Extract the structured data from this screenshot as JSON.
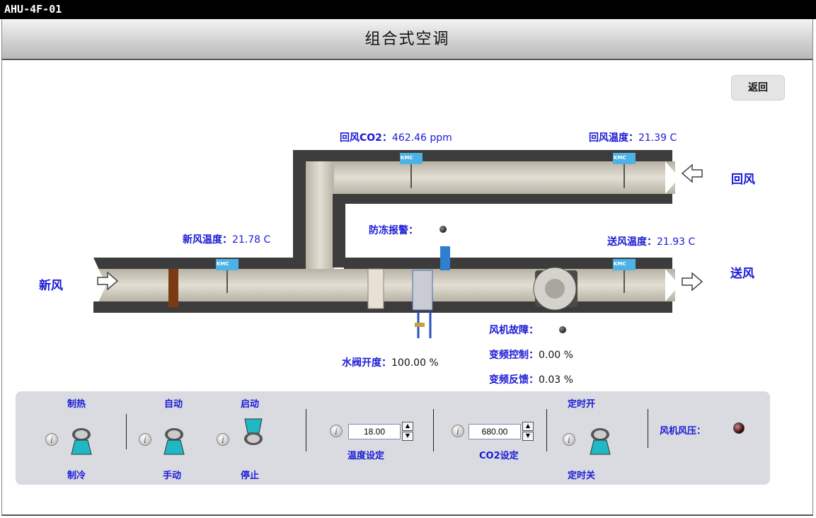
{
  "window": {
    "title": "AHU-4F-01"
  },
  "header": {
    "title": "组合式空调",
    "back_label": "返回"
  },
  "diagram": {
    "fresh_air": "新风",
    "return_air": "回风",
    "supply_air": "送风",
    "return_co2": {
      "label": "回风CO2：",
      "value": "462.46 ppm"
    },
    "return_temp": {
      "label": "回风温度：",
      "value": "21.39 C"
    },
    "fresh_temp": {
      "label": "新风温度：",
      "value": "21.78 C"
    },
    "supply_temp": {
      "label": "送风温度：",
      "value": "21.93 C"
    },
    "antifreeze_alarm": {
      "label": "防冻报警："
    },
    "fan_fault": {
      "label": "风机故障："
    },
    "vfd_control": {
      "label": "变频控制：",
      "value": "0.00 %"
    },
    "vfd_feedback": {
      "label": "变频反馈：",
      "value": "0.03 %"
    },
    "valve_opening": {
      "label": "水阀开度：",
      "value": "100.00 %"
    },
    "sensor_brand": "KMC"
  },
  "controls": {
    "heat_cool": {
      "top": "制热",
      "bottom": "制冷",
      "state": "制冷"
    },
    "auto_manual": {
      "top": "自动",
      "bottom": "手动",
      "state": "手动"
    },
    "start_stop": {
      "top": "启动",
      "bottom": "停止",
      "state": "停止"
    },
    "temp_setpoint": {
      "value": "18.00",
      "label": "温度设定"
    },
    "co2_setpoint": {
      "value": "680.00",
      "label": "CO2设定"
    },
    "timer": {
      "top": "定时开",
      "bottom": "定时关",
      "state": "定时关"
    },
    "fan_pressure": {
      "label": "风机风压："
    },
    "info_glyph": "i"
  },
  "colors": {
    "accent_text": "#1a1ad6",
    "toggle_teal": "#1fb8c4",
    "duct": "#d6d1c4"
  }
}
